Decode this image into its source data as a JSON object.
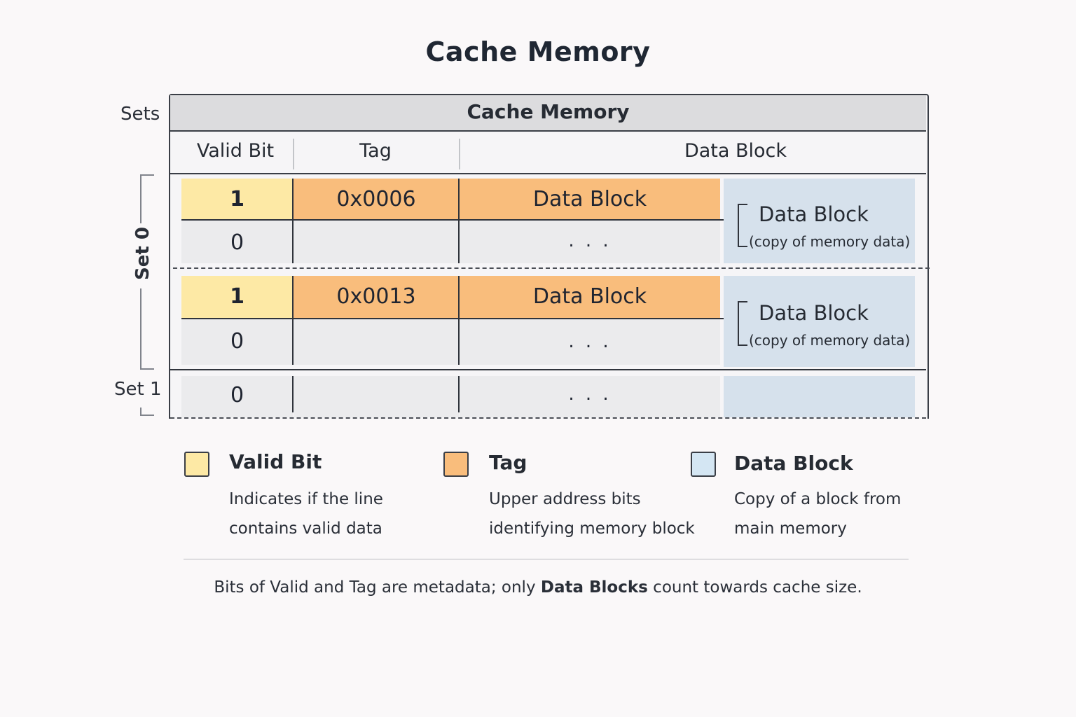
{
  "title": "Cache Memory",
  "labels": {
    "sets": "Sets",
    "set0": "Set 0",
    "set1": "Set 1"
  },
  "table": {
    "header": "Cache Memory",
    "columns": {
      "valid": "Valid Bit",
      "tag": "Tag",
      "data": "Data Block"
    },
    "rows": [
      {
        "valid": "1",
        "tag": "0x0006",
        "data": "Data Block"
      },
      {
        "valid": "0",
        "tag": "",
        "data": ". . ."
      },
      {
        "valid": "1",
        "tag": "0x0013",
        "data": "Data Block"
      },
      {
        "valid": "0",
        "tag": "",
        "data": ". . ."
      },
      {
        "valid": "0",
        "tag": "",
        "data": ". . ."
      }
    ],
    "side_notes": [
      {
        "title": "Data Block",
        "subtitle": "(copy of memory data)"
      },
      {
        "title": "Data Block",
        "subtitle": "(copy of memory data)"
      }
    ]
  },
  "legend": [
    {
      "title": "Valid Bit",
      "desc1": "Indicates if the line",
      "desc2": "contains valid data",
      "color": "#fde9a5"
    },
    {
      "title": "Tag",
      "desc1": "Upper address bits",
      "desc2": "identifying memory block",
      "color": "#f9bd7c"
    },
    {
      "title": "Data Block",
      "desc1": "Copy of a block from",
      "desc2": "main memory",
      "color": "#d4e6f3"
    }
  ],
  "footnote": {
    "before": "Bits of Valid and Tag are metadata; only ",
    "bold": "Data Blocks",
    "after": " count towards cache size."
  }
}
